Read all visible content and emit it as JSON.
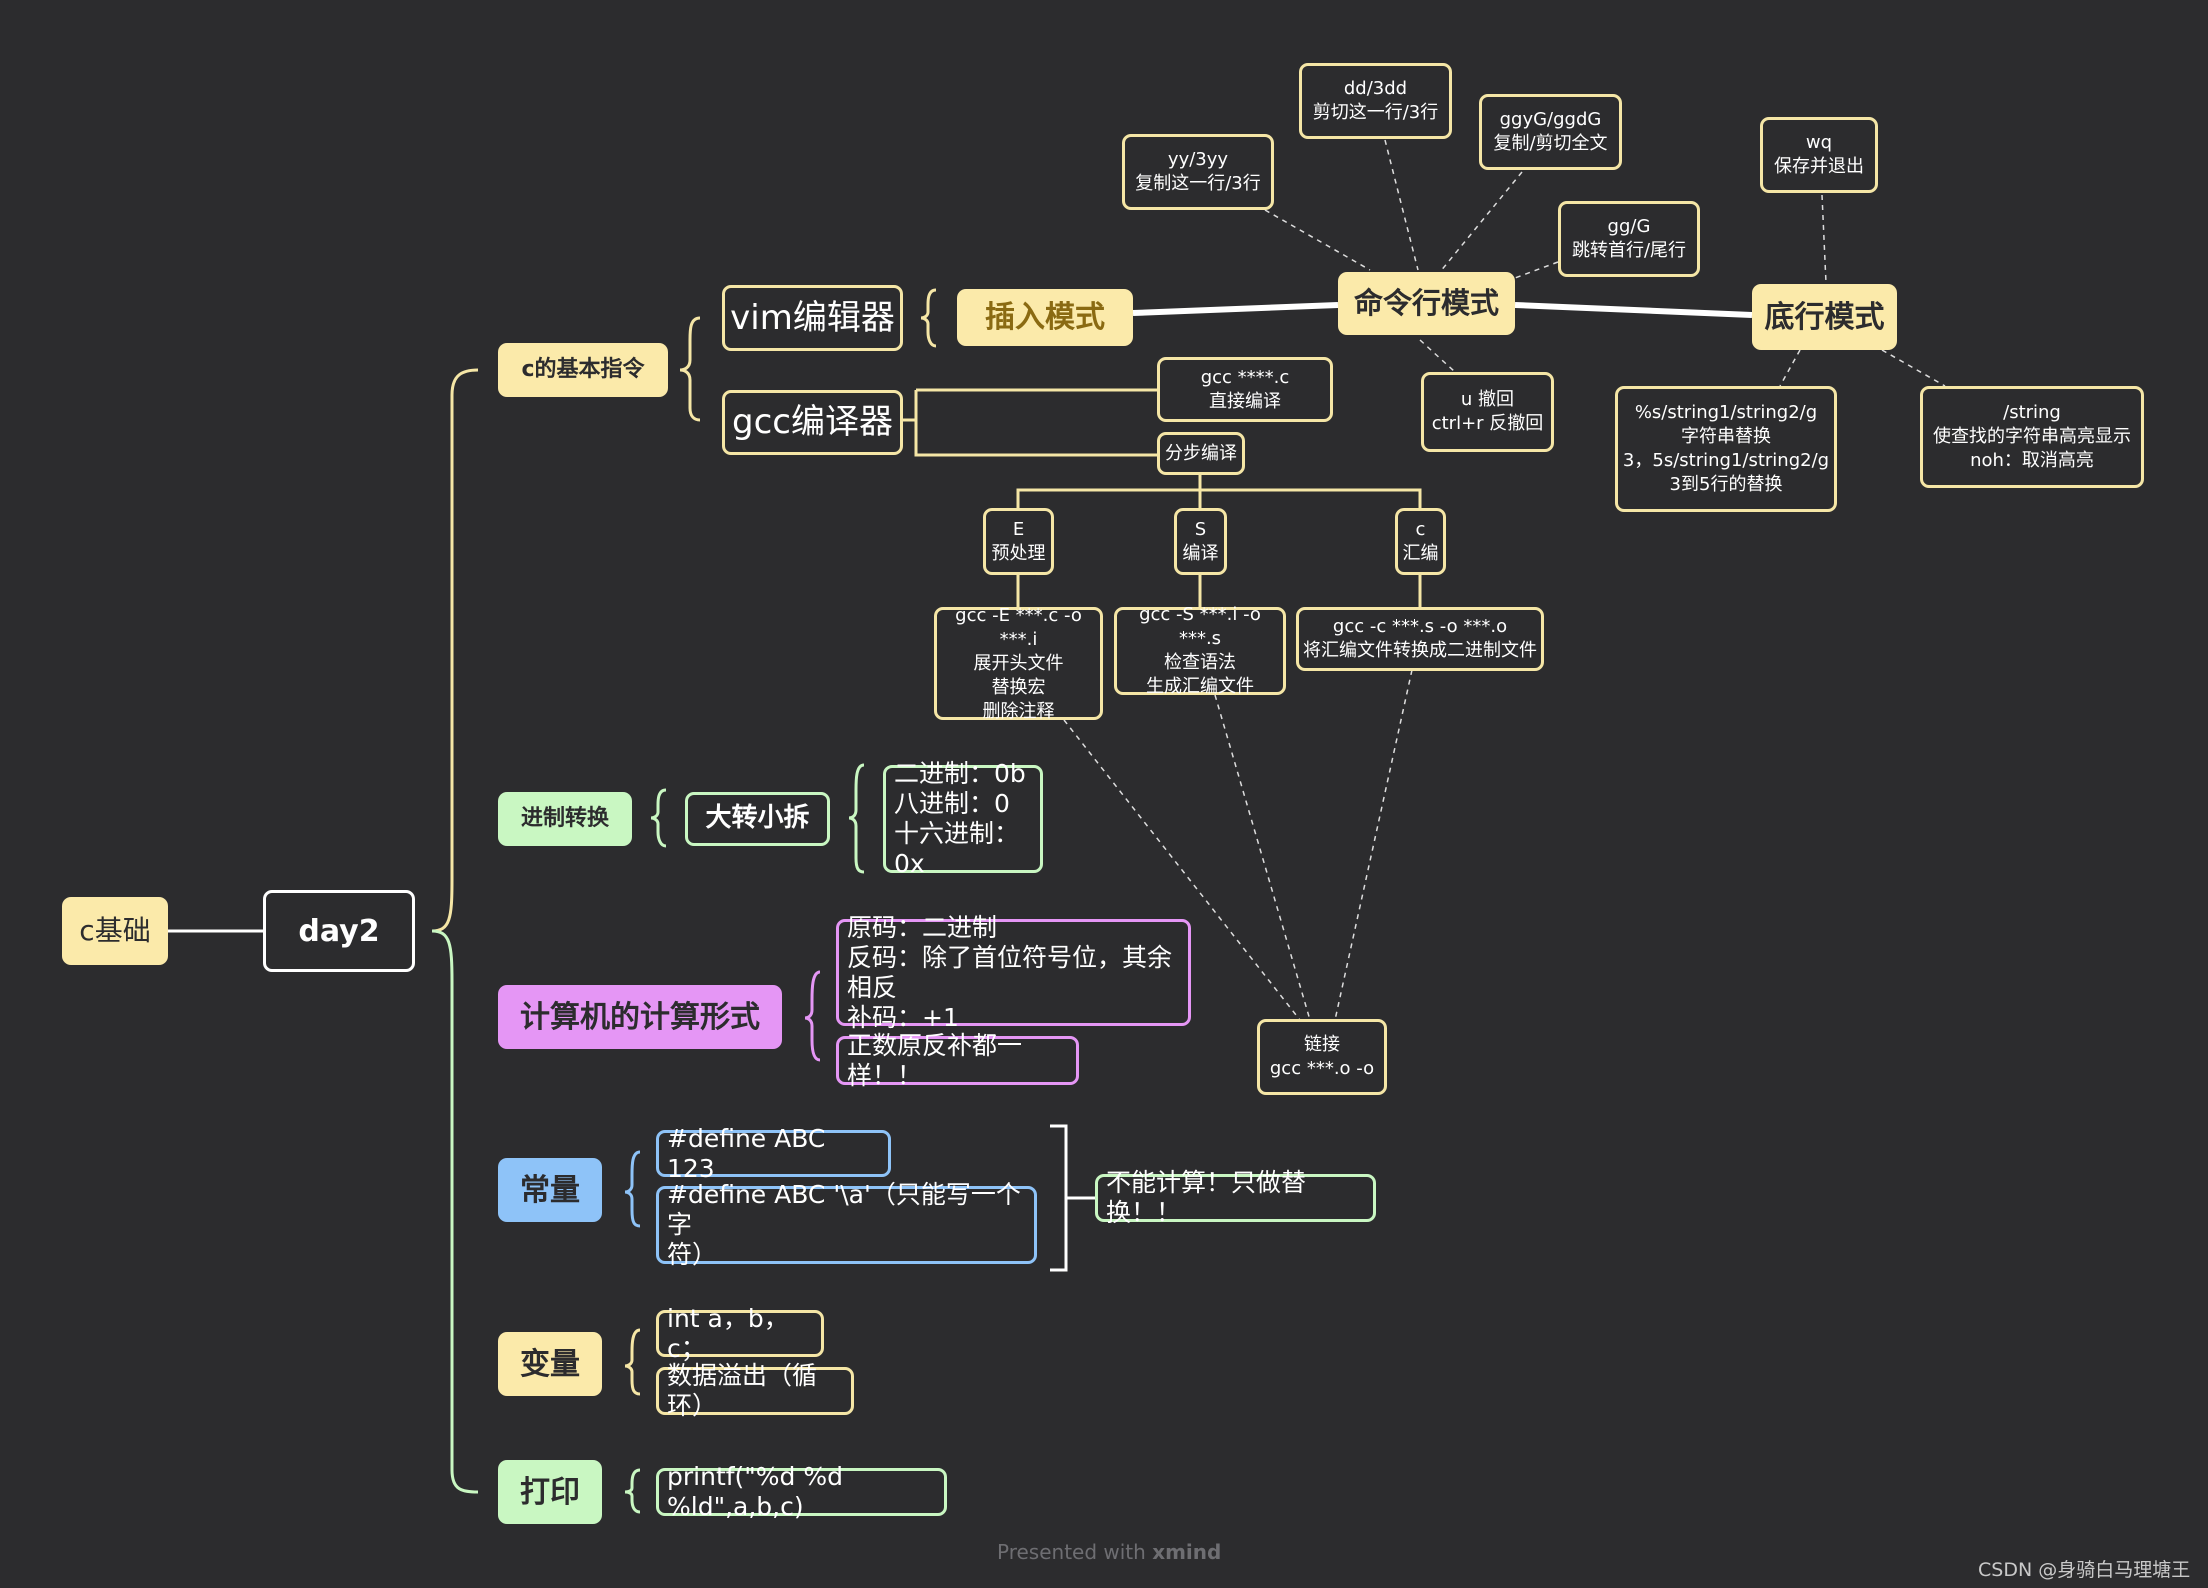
{
  "root": {
    "label": "c基础"
  },
  "day": {
    "label": "day2"
  },
  "basic": {
    "label": "c的基本指令",
    "vim": {
      "label": "vim编辑器",
      "insert_mode": "插入模式",
      "command_mode": "命令行模式",
      "bottom_mode": "底行模式",
      "cmd_children": [
        "yy/3yy\n复制这一行/3行",
        "dd/3dd\n剪切这一行/3行",
        "ggyG/ggdG\n复制/剪切全文",
        "gg/G\n跳转首行/尾行",
        "u 撤回\nctrl+r 反撤回"
      ],
      "bottom_children": [
        "wq\n保存并退出",
        "%s/string1/string2/g\n字符串替换\n3，5s/string1/string2/g\n3到5行的替换",
        "/string\n使查找的字符串高亮显示\nnoh：取消高亮"
      ]
    },
    "gcc": {
      "label": "gcc编译器",
      "direct": "gcc   ****.c\n直接编译",
      "step": "分步编译",
      "e_stage": "E\n预处理",
      "s_stage": "S\n编译",
      "c_stage": "c\n汇编",
      "e_detail": "gcc -E ***.c  -o  ***.i\n展开头文件\n替换宏\n删除注释",
      "s_detail": "gcc -S  ***.i  -o  ***.s\n检查语法\n生成汇编文件",
      "c_detail": "gcc -c  ***.s  -o  ***.o\n将汇编文件转换成二进制文件",
      "link": "链接\ngcc  ***.o  -o"
    }
  },
  "radix": {
    "label": "进制转换",
    "rule": "大转小拆",
    "prefixes": "二进制：0b\n八进制：0\n十六进制：0x"
  },
  "computation": {
    "label": "计算机的计算形式",
    "codes": "原码：二进制\n反码：除了首位符号位，其余相反\n补码：+1",
    "note": "正数原反补都一样！！"
  },
  "constant": {
    "label": "常量",
    "define1": "#define   ABC   123",
    "define2": "#define   ABC   '\\a'（只能写一个字\n符）",
    "note": "不能计算！只做替换！！"
  },
  "variable": {
    "label": "变量",
    "decl": "int  a，b，c；",
    "overflow": "数据溢出（循环）"
  },
  "print": {
    "label": "打印",
    "call": "printf(\"%d %d %ld\",a,b,c)"
  },
  "footer": {
    "presented": "Presented with",
    "brand": "xmind",
    "credit": "CSDN @身骑白马理塘王"
  },
  "colors": {
    "background": "#2c2c2e",
    "yellow": "#fbeaaa",
    "green": "#c9f7c2",
    "purple": "#e596f5",
    "blue": "#8ec3f8"
  }
}
